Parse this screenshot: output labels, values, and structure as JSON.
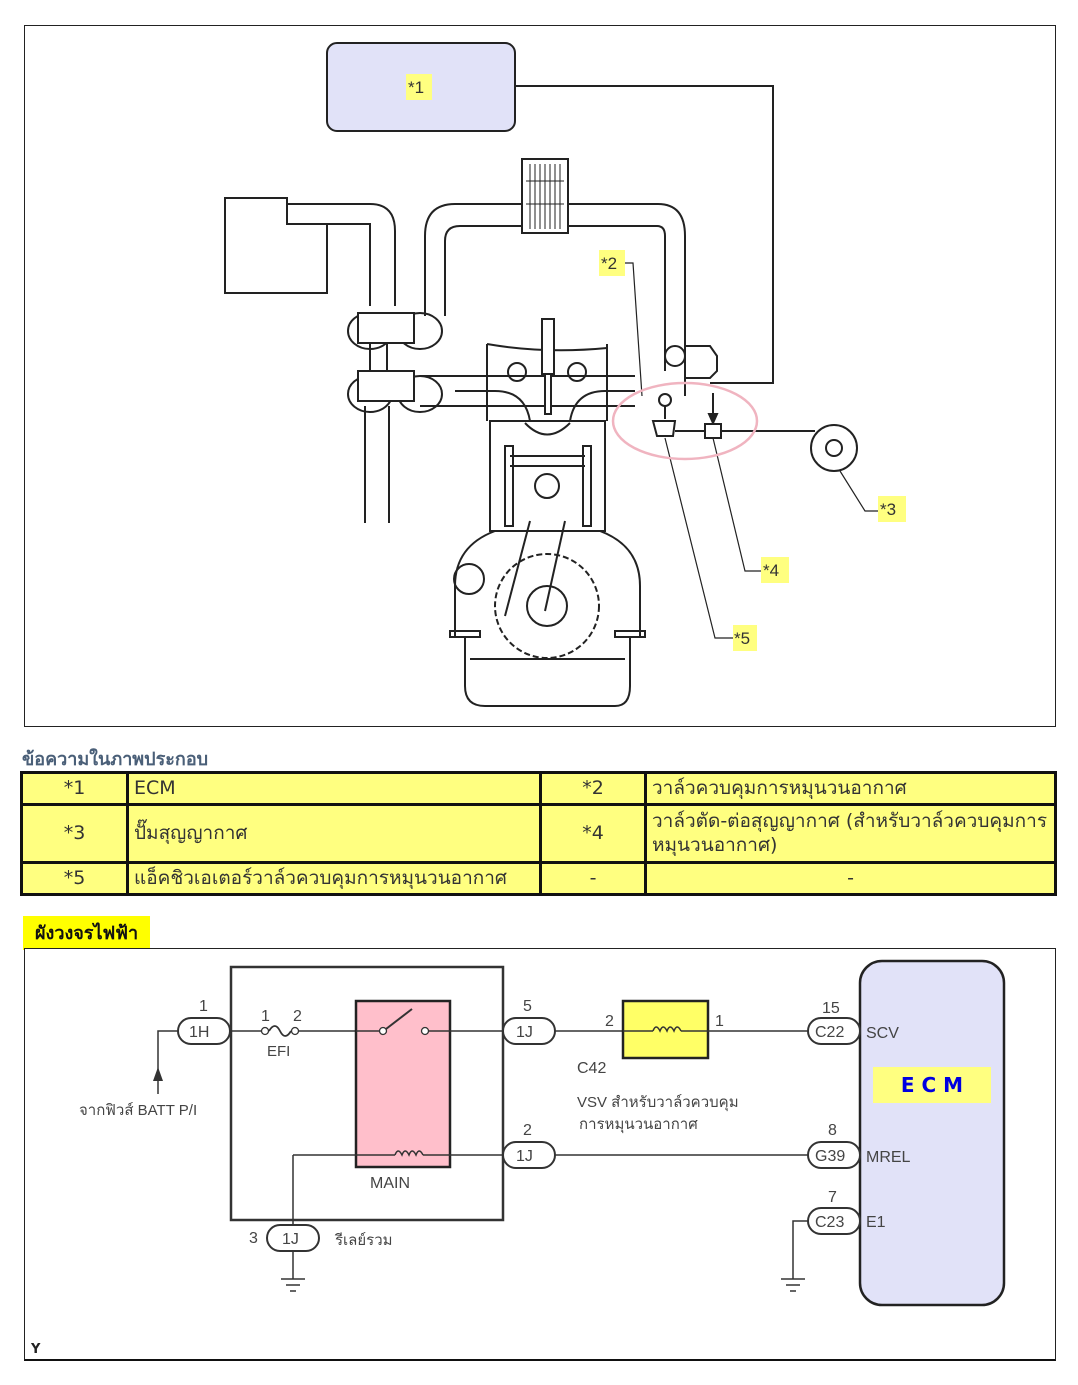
{
  "illustration": {
    "callouts": [
      "*1",
      "*2",
      "*3",
      "*4",
      "*5"
    ],
    "colors": {
      "ecm_box": "#e1e2f8",
      "callout_bg": "#ffff80",
      "highlight_ring": "#f0b4c0"
    }
  },
  "legend": {
    "title": "ข้อความในภาพประกอบ",
    "rows": [
      {
        "num1": "*1",
        "text1": "ECM",
        "num2": "*2",
        "text2": "วาล์วควบคุมการหมุนวนอากาศ"
      },
      {
        "num1": "*3",
        "text1": "ปั๊มสุญญากาศ",
        "num2": "*4",
        "text2": "วาล์วตัด-ต่อสุญญากาศ (สำหรับวาล์วควบคุมการหมุนวนอากาศ)"
      },
      {
        "num1": "*5",
        "text1": "แอ็คชิวเอเตอร์วาล์วควบคุมการหมุนวนอากาศ",
        "num2": "-",
        "text2": "-"
      }
    ]
  },
  "wiring": {
    "section_title": "ผังวงจรไฟฟ้า",
    "source_label": "จากฟิวส์ BATT P/I",
    "connector_1H": {
      "pin": "1",
      "name": "1H"
    },
    "fuse": {
      "name": "EFI",
      "pin_left": "1",
      "pin_right": "2"
    },
    "relay": {
      "name": "MAIN",
      "box_label": "รีเลย์รวม"
    },
    "connector_1J_top": {
      "pin": "5",
      "name": "1J"
    },
    "connector_1J_mid": {
      "pin": "2",
      "name": "1J"
    },
    "connector_1J_bottom": {
      "pin": "3",
      "name": "1J"
    },
    "vsv": {
      "connector": "C42",
      "pin_left": "2",
      "pin_right": "1",
      "label_line1": "VSV สำหรับวาล์วควบคุม",
      "label_line2": "การหมุนวนอากาศ"
    },
    "ecm": {
      "label": "E C M",
      "pins": [
        {
          "pin": "15",
          "connector": "C22",
          "signal": "SCV"
        },
        {
          "pin": "8",
          "connector": "G39",
          "signal": "MREL"
        },
        {
          "pin": "7",
          "connector": "C23",
          "signal": "E1"
        }
      ]
    },
    "corner_mark": "Y",
    "colors": {
      "relay_fill": "#ffbfcb",
      "vsv_fill": "#ffff66",
      "ecm_fill": "#e1e2f8",
      "ecm_label_bg": "#ffff80",
      "ecm_label_color": "#0000e0"
    }
  }
}
